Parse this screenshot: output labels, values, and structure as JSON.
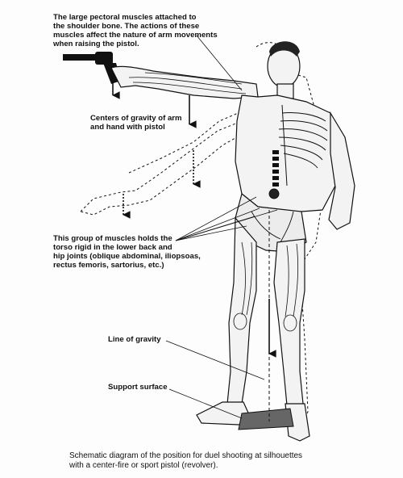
{
  "labels": {
    "pectoral": "The large pectoral muscles attached to\nthe shoulder bone. The actions of these\nmuscles affect the nature of arm movements\nwhen raising the pistol.",
    "gravity_centers": "Centers of gravity of arm\nand hand with pistol",
    "torso_muscles": "This group of muscles holds the\ntorso rigid in the lower back and\nhip joints (oblique abdominal, iliopsoas,\nrectus femoris, sartorius, etc.)",
    "line_of_gravity": "Line of gravity",
    "support_surface": "Support surface"
  },
  "caption": "Schematic diagram of the position for duel shooting at silhouettes\nwith a center-fire or sport pistol (revolver).",
  "colors": {
    "ink": "#111111",
    "paper": "#fdfdfd"
  }
}
